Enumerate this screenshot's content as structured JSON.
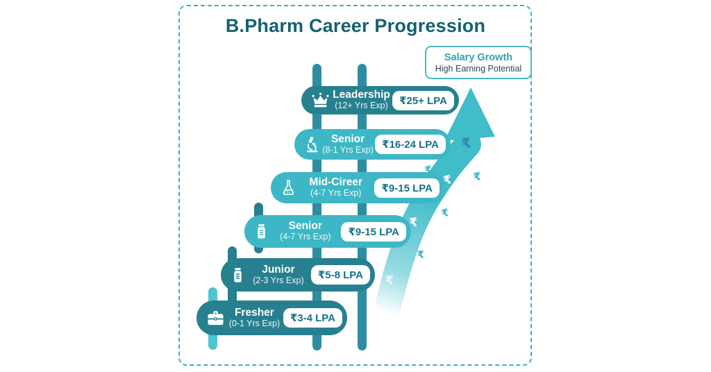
{
  "title": "B.Pharm Career Progression",
  "badge": {
    "title": "Salary Growth",
    "subtitle": "High Earning Potential"
  },
  "stages": [
    {
      "icon": "crown",
      "name": "Leadership",
      "exp": "(12+ Yrs Exp)",
      "salary": "₹25+ LPA"
    },
    {
      "icon": "microscope",
      "name": "Senior",
      "exp": "(8-1 Yrs Exp)",
      "salary": "₹16-24 LPA"
    },
    {
      "icon": "flask",
      "name": "Mid-Cireer",
      "exp": "(4-7 Yrs Exp)",
      "salary": "₹9-15 LPA"
    },
    {
      "icon": "medicine-bottle",
      "name": "Senior",
      "exp": "(4-7 Yrs Exp)",
      "salary": "₹9-15 LPA"
    },
    {
      "icon": "medicine-bottle",
      "name": "Junior",
      "exp": "(2-3 Yrs Exp)",
      "salary": "₹5-8 LPA"
    },
    {
      "icon": "briefcase",
      "name": "Fresher",
      "exp": "(0-1 Yrs Exp)",
      "salary": "₹3-4 LPA"
    }
  ],
  "decor": {
    "rupee": "₹"
  },
  "colors": {
    "title": "#14616f",
    "pill_dark": "#27808f",
    "pill_light": "#3db7c5",
    "rail": "#2e8da1",
    "peg_light": "#4cc5d1",
    "arrow": "#41bcc9",
    "salary_text": "#17708a",
    "badge_title": "#2ba4b5",
    "badge_subtitle": "#2d4356",
    "frame_border": "#3fadc0"
  }
}
